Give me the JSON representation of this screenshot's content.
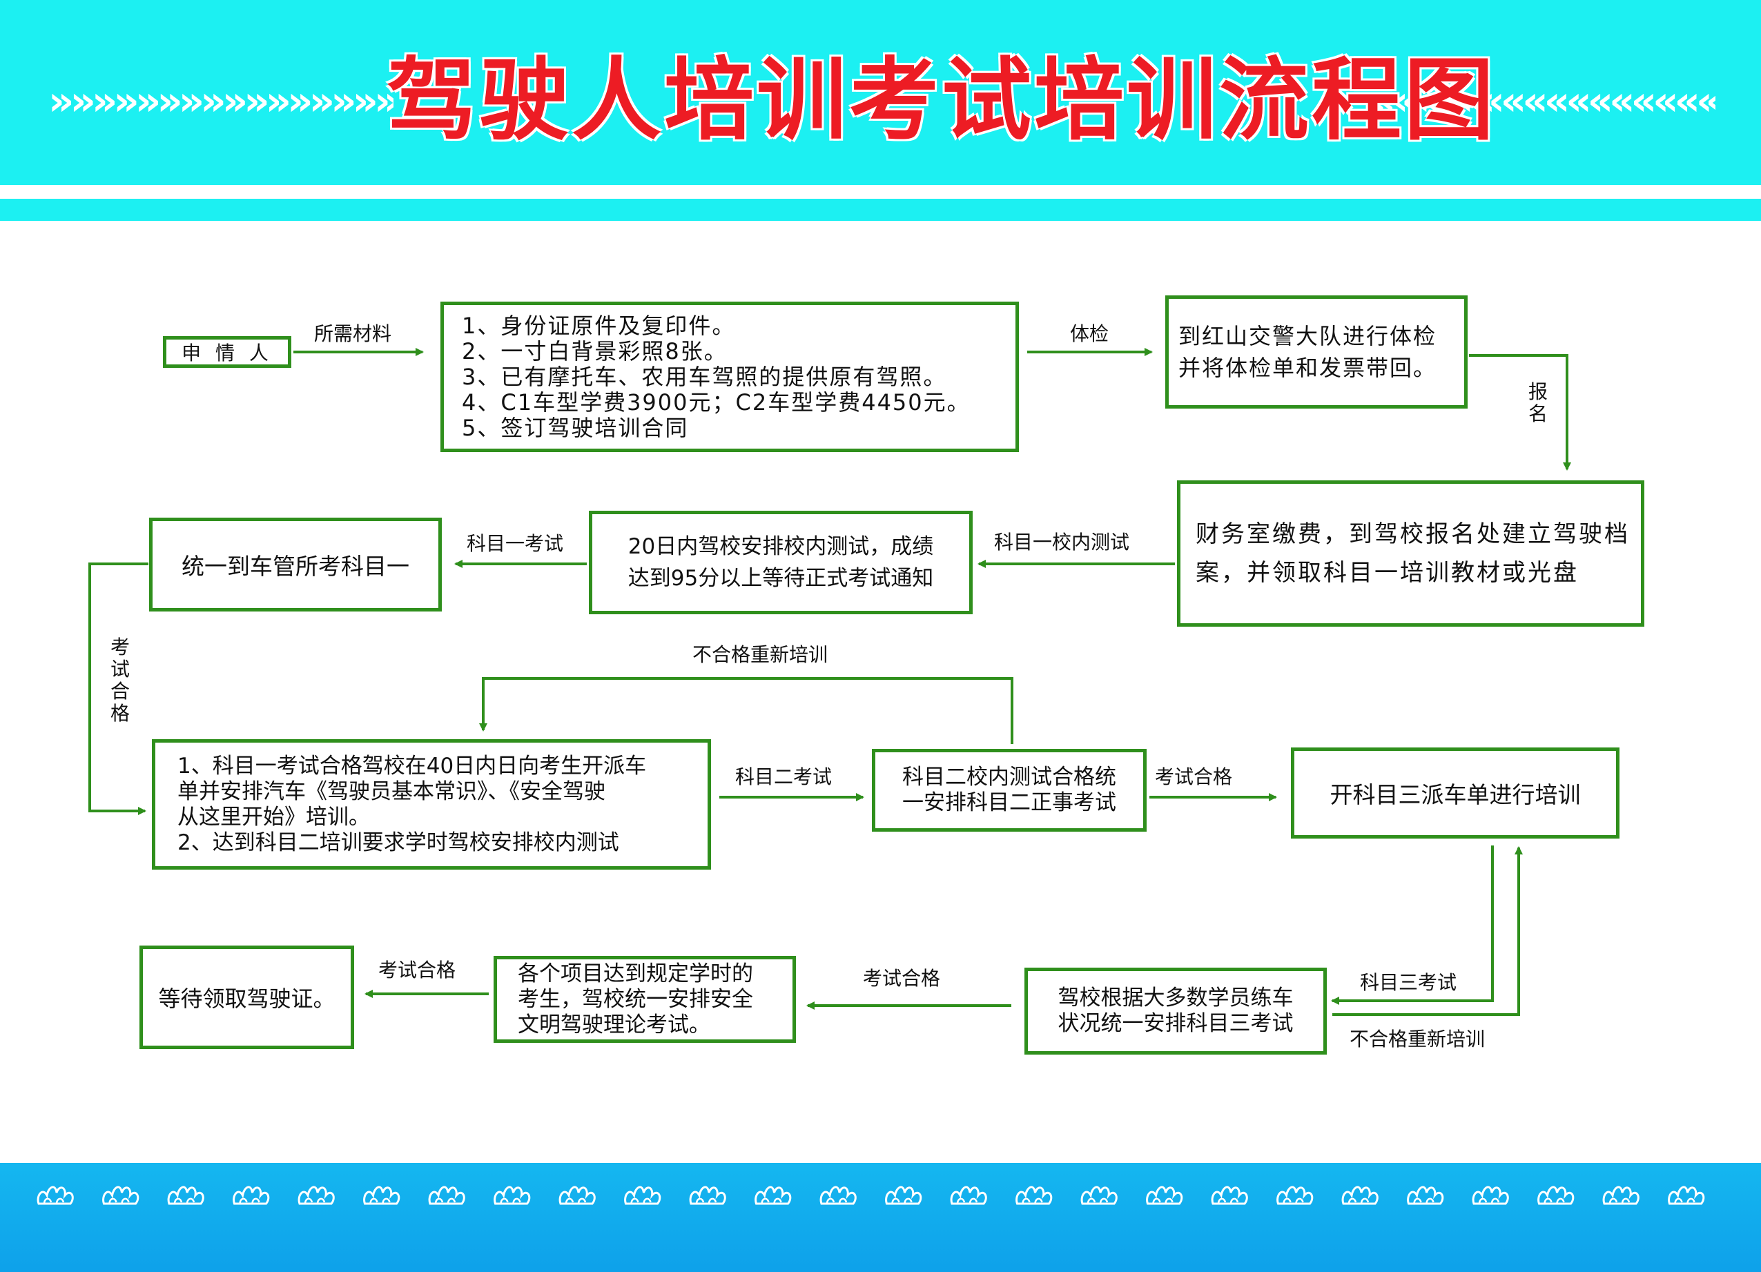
{
  "title": "驾驶人培训考试培训流程图",
  "decor": {
    "chevrons": "»»»»»»»»»»»»»»»»»»»»»»»»»»»»",
    "chevrons_right": "««««««««««««««««««««««««««««"
  },
  "colors": {
    "header": "#1cf0f2",
    "title": "#ed1c24",
    "border": "#2f8f1c",
    "footer": "#0ea1ea"
  },
  "nodes": {
    "applicant": "申 情 人",
    "materials": "1、身份证原件及复印件。\n2、一寸白背景彩照8张。\n3、已有摩托车、农用车驾照的提供原有驾照。\n4、C1车型学费3900元；C2车型学费4450元。\n5、签订驾驶培训合同",
    "physical_exam": "到红山交警大队进行体检\n并将体检单和发票带回。",
    "payment": "财务室缴费，到驾校报名处建立驾驶档\n案，并领取科目一培训教材或光盘",
    "internal_test_1": "20日内驾校安排校内测试，成绩\n达到95分以上等待正式考试通知",
    "subject1_exam": "统一到车管所考科目一",
    "subject2_training": "1、科目一考试合格驾校在40日内日向考生开派车\n单并安排汽车《驾驶员基本常识》、《安全驾驶\n从这里开始》培训。\n2、达到科目二培训要求学时驾校安排校内测试",
    "subject2_exam": "科目二校内测试合格统\n一安排科目二正事考试",
    "subject3_training": "开科目三派车单进行培训",
    "subject3_exam": "驾校根据大多数学员练车\n状况统一安排科目三考试",
    "theory_exam": "各个项目达到规定学时的\n考生，驾校统一安排安全\n文明驾驶理论考试。",
    "license": "等待领取驾驶证。"
  },
  "edges": {
    "required_materials": "所需材料",
    "physical": "体检",
    "register": "报名",
    "subject1_internal": "科目一校内测试",
    "subject1_exam": "科目一考试",
    "exam_passed_v": "考试合格",
    "retrain_top": "不合格重新培训",
    "subject2_exam": "科目二考试",
    "exam_passed_1": "考试合格",
    "subject3_exam": "科目三考试",
    "retrain_bottom": "不合格重新培训",
    "exam_passed_2": "考试合格",
    "exam_passed_3": "考试合格"
  }
}
